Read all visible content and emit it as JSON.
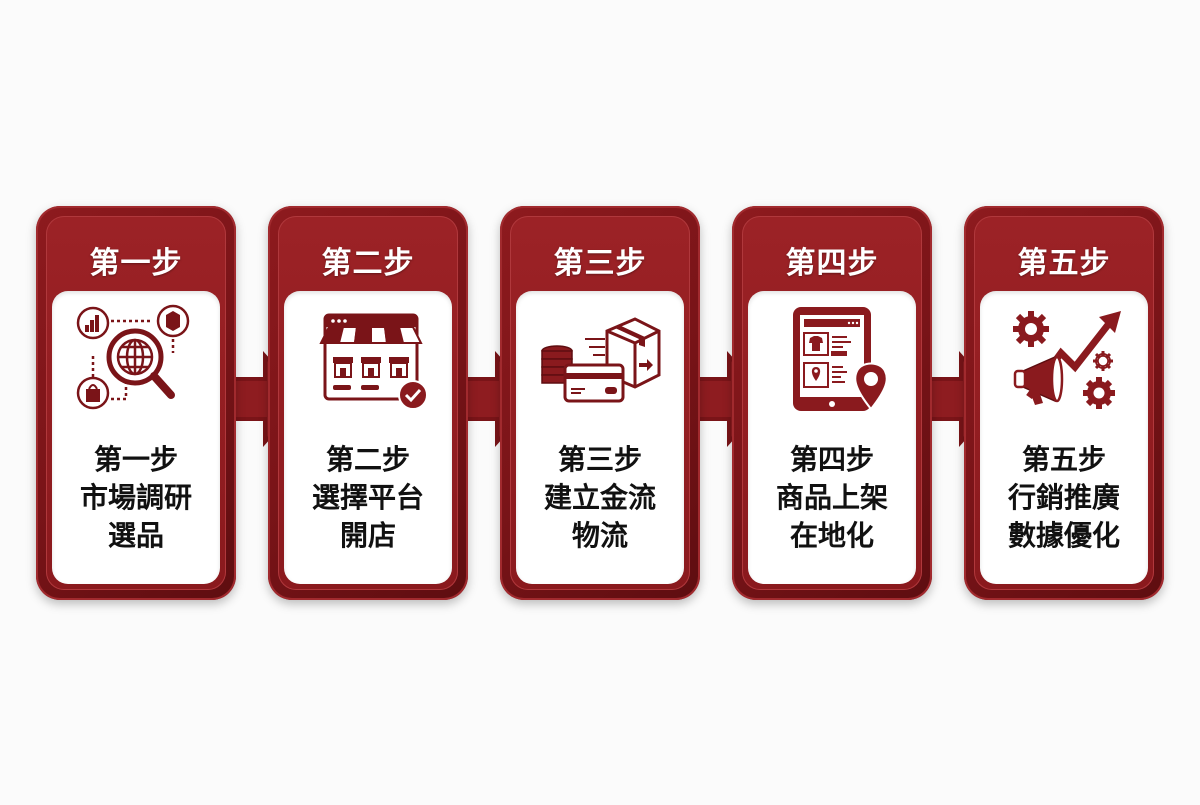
{
  "diagram": {
    "type": "process-flow",
    "colors": {
      "frame": "#7a1418",
      "header": "#9c2226",
      "accent": "#8a1a1e",
      "panel": "#ffffff",
      "text": "#111111",
      "background": "#fbfbfb"
    },
    "steps": [
      {
        "header": "第一步",
        "icon": "globe-magnifier-market-research-icon",
        "lines": [
          "第一步",
          "市場調研",
          "選品"
        ]
      },
      {
        "header": "第二步",
        "icon": "storefront-check-icon",
        "lines": [
          "第二步",
          "選擇平台",
          "開店"
        ]
      },
      {
        "header": "第三步",
        "icon": "coins-card-box-payment-logistics-icon",
        "lines": [
          "第三步",
          "建立金流",
          "物流"
        ]
      },
      {
        "header": "第四步",
        "icon": "tablet-product-location-icon",
        "lines": [
          "第四步",
          "商品上架",
          "在地化"
        ]
      },
      {
        "header": "第五步",
        "icon": "megaphone-growth-gears-icon",
        "lines": [
          "第五步",
          "行銷推廣",
          "數據優化"
        ]
      }
    ],
    "connectors": [
      "arrow-right-icon",
      "arrow-right-icon",
      "arrow-right-icon",
      "arrow-right-icon"
    ]
  }
}
